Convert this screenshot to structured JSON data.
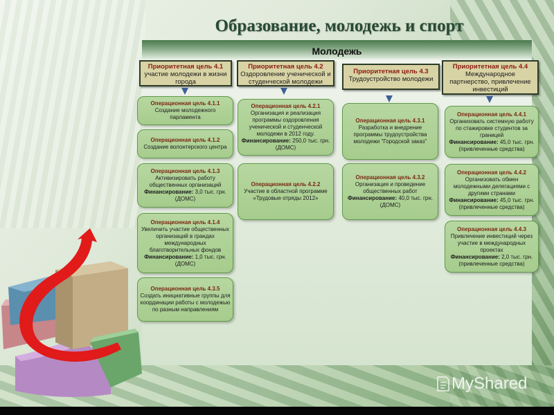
{
  "header": {
    "title": "Образование, молодежь и спорт"
  },
  "section": {
    "title": "Молодежь"
  },
  "priority_goals": [
    {
      "title": "Приоритетная цель 4.1",
      "text": "участие молодежи в жизни города"
    },
    {
      "title": "Приоритетная цель 4.2",
      "text": "Оздоровление ученической и студенческой молодежи"
    },
    {
      "title": "Приоритетная цель 4.3",
      "text": "Трудоустройство молодежи"
    },
    {
      "title": "Приоритетная цель 4.4",
      "text": "Международное партнерство, привлечение инвестиций"
    }
  ],
  "operational_goals": {
    "col1": [
      {
        "title": "Операционная цель 4.1.1",
        "text": "Создание молодежного парламента",
        "fin_label": "",
        "fin_value": ""
      },
      {
        "title": "Операционная цель 4.1.2",
        "text": "Создание волонтерского центра",
        "fin_label": "",
        "fin_value": ""
      },
      {
        "title": "Операционная цель 4.1.3",
        "text": "Активизировать работу общественных организаций",
        "fin_label": "Финансирование:",
        "fin_value": " 3,0 тыс. грн. (ДОМС)"
      },
      {
        "title": "Операционная цель 4.1.4",
        "text": "Увеличить участие общественных организаций в грандах международных благотворительных фондов",
        "fin_label": "Финансирование:",
        "fin_value": " 1,0 тыс. грн. (ДОМС)"
      },
      {
        "title": "Операционная цель 4.3.5",
        "text": "Создать инициативные группы для координации работы с молодежью по разным направлениям",
        "fin_label": "",
        "fin_value": ""
      }
    ],
    "col2": [
      {
        "title": "Операционная цель 4.2.1",
        "text": "Организация и реализация программы оздоровления ученической и студенческой молодежи в 2012 году.",
        "fin_label": "Финансирование:",
        "fin_value": " 250,0 тыс. грн.(ДОМС)"
      },
      {
        "title": "Операционная цель 4.2.2",
        "text": "Участие в областной программе «Трудовые отряды 2012»",
        "fin_label": "",
        "fin_value": ""
      }
    ],
    "col3": [
      {
        "title": "Операционная цель 4.3.1",
        "text": "Разработка и внедрение программы трудоустройства молодежи \"Городской заказ\"",
        "fin_label": "",
        "fin_value": ""
      },
      {
        "title": "Операционная цель 4.3.2",
        "text": "Организация и проведение общественных работ",
        "fin_label": "Финансирование:",
        "fin_value": " 40,0 тыс. грн.(ДОМС)"
      }
    ],
    "col4": [
      {
        "title": "Операционная цель 4.4.1",
        "text": "Организовать системную работу по стажировке студентов за границей",
        "fin_label": "Финансирование:",
        "fin_value": " 45,0 тыс. грн. (привлеченные средства)"
      },
      {
        "title": "Операционная цель 4.4.2",
        "text": "Организовать обмен молодежными делегациями с другими странами",
        "fin_label": "Финансирование:",
        "fin_value": " 45,0 тыс. грн. (привлеченные средства)"
      },
      {
        "title": "Операционная цель 4.4.3",
        "text": "Привлечение инвестиций через участие в международных проектах",
        "fin_label": "Финансирование:",
        "fin_value": " 2,0 тыс. грн. (привлеченные средства)"
      }
    ]
  },
  "watermark": {
    "text": "MyShared"
  },
  "colors": {
    "title": "#274a34",
    "priority_bg": "#d8d3a5",
    "priority_title": "#8b1a10",
    "op_bg": "#a6cc8d",
    "op_border": "#5f9a4a",
    "op_title": "#7a2612",
    "arrow": "#3e5f96"
  }
}
